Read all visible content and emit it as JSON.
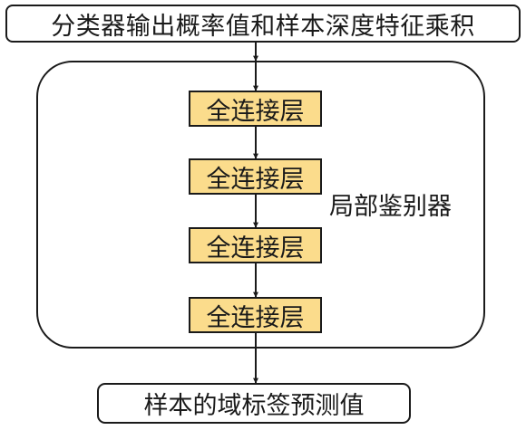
{
  "diagram": {
    "input_label": "分类器输出概率值和样本深度特征乘积",
    "group_label": "局部鉴别器",
    "layers": [
      {
        "label": "全连接层"
      },
      {
        "label": "全连接层"
      },
      {
        "label": "全连接层"
      },
      {
        "label": "全连接层"
      }
    ],
    "output_label": "样本的域标签预测值",
    "colors": {
      "layer_fill": "#fbdc8c",
      "stroke": "#1a1a1a"
    }
  }
}
